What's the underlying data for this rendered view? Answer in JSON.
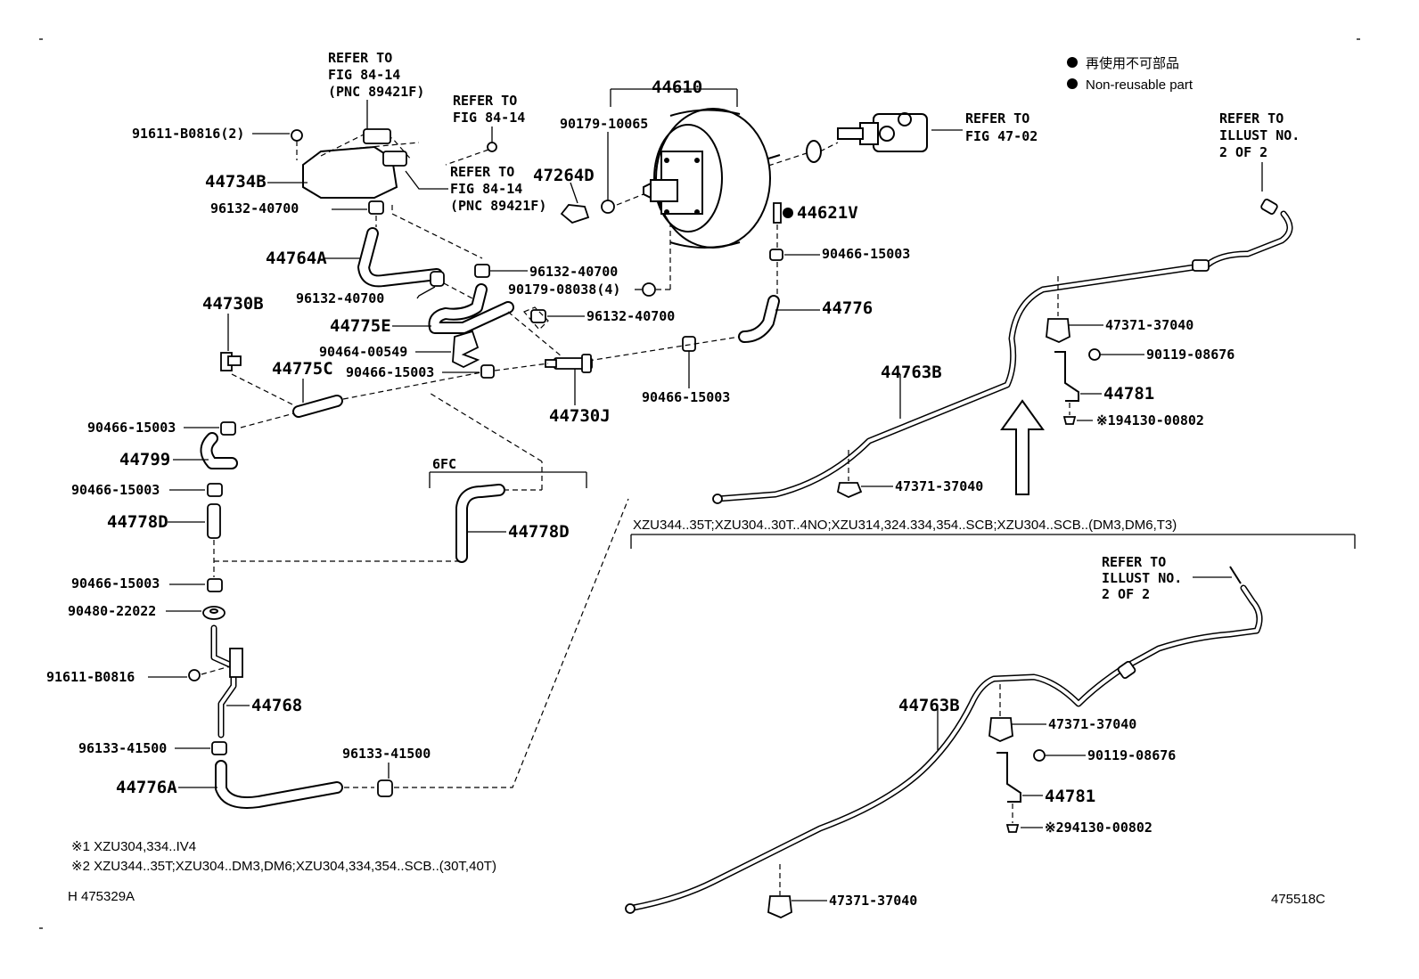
{
  "legend": {
    "jp": "再使用不可部品",
    "en": "Non-reusable part"
  },
  "refs": {
    "r1": [
      "REFER TO",
      "FIG 84-14",
      "(PNC 89421F)"
    ],
    "r2": [
      "REFER TO",
      "FIG 84-14"
    ],
    "r3": [
      "REFER TO",
      "FIG 84-14",
      "(PNC 89421F)"
    ],
    "r4": [
      "REFER TO",
      "FIG 47-02"
    ],
    "r5": [
      "REFER TO",
      "ILLUST NO.",
      "2 OF 2"
    ],
    "r6": [
      "REFER TO",
      "ILLUST NO.",
      "2 OF 2"
    ]
  },
  "parts": {
    "p91611a": "91611-B0816(2)",
    "p44734B": "44734B",
    "p96132a": "96132-40700",
    "p44764A": "44764A",
    "p96132b": "96132-40700",
    "p44730B": "44730B",
    "p44775E": "44775E",
    "p90464": "90464-00549",
    "p90466a": "90466-15003",
    "p44775C": "44775C",
    "p90466b": "90466-15003",
    "p44799": "44799",
    "p90466c": "90466-15003",
    "p44778Da": "44778D",
    "p90466d": "90466-15003",
    "p90480": "90480-22022",
    "p91611b": "91611-B0816",
    "p44768": "44768",
    "p96133a": "96133-41500",
    "p44776A": "44776A",
    "p96133b": "96133-41500",
    "p6FC": "6FC",
    "p44778Db": "44778D",
    "p44610": "44610",
    "p90179a": "90179-10065",
    "p47264D": "47264D",
    "p96132c": "96132-40700",
    "p90179b": "90179-08038(4)",
    "p96132d": "96132-40700",
    "p44730J": "44730J",
    "p90466e": "90466-15003",
    "p44621V": "44621V",
    "p90466f": "90466-15003",
    "p44776": "44776",
    "p47371a": "47371-37040",
    "p90119a": "90119-08676",
    "p44781a": "44781",
    "p94130a": "※194130-00802",
    "p44763Ba": "44763B",
    "p47371b": "47371-37040",
    "p44763Bb": "44763B",
    "p47371c": "47371-37040",
    "p90119b": "90119-08676",
    "p44781b": "44781",
    "p94130b": "※294130-00802",
    "p47371d": "47371-37040"
  },
  "applicability": "XZU344..35T;XZU304..30T..4NO;XZU314,324.334,354..SCB;XZU304..SCB..(DM3,DM6,T3)",
  "footnotes": {
    "n1": "※1 XZU304,334..IV4",
    "n2": "※2 XZU344..35T;XZU304..DM3,DM6;XZU304,334,354..SCB..(30T,40T)"
  },
  "codes": {
    "left": "H 475329A",
    "right": "475518C"
  }
}
